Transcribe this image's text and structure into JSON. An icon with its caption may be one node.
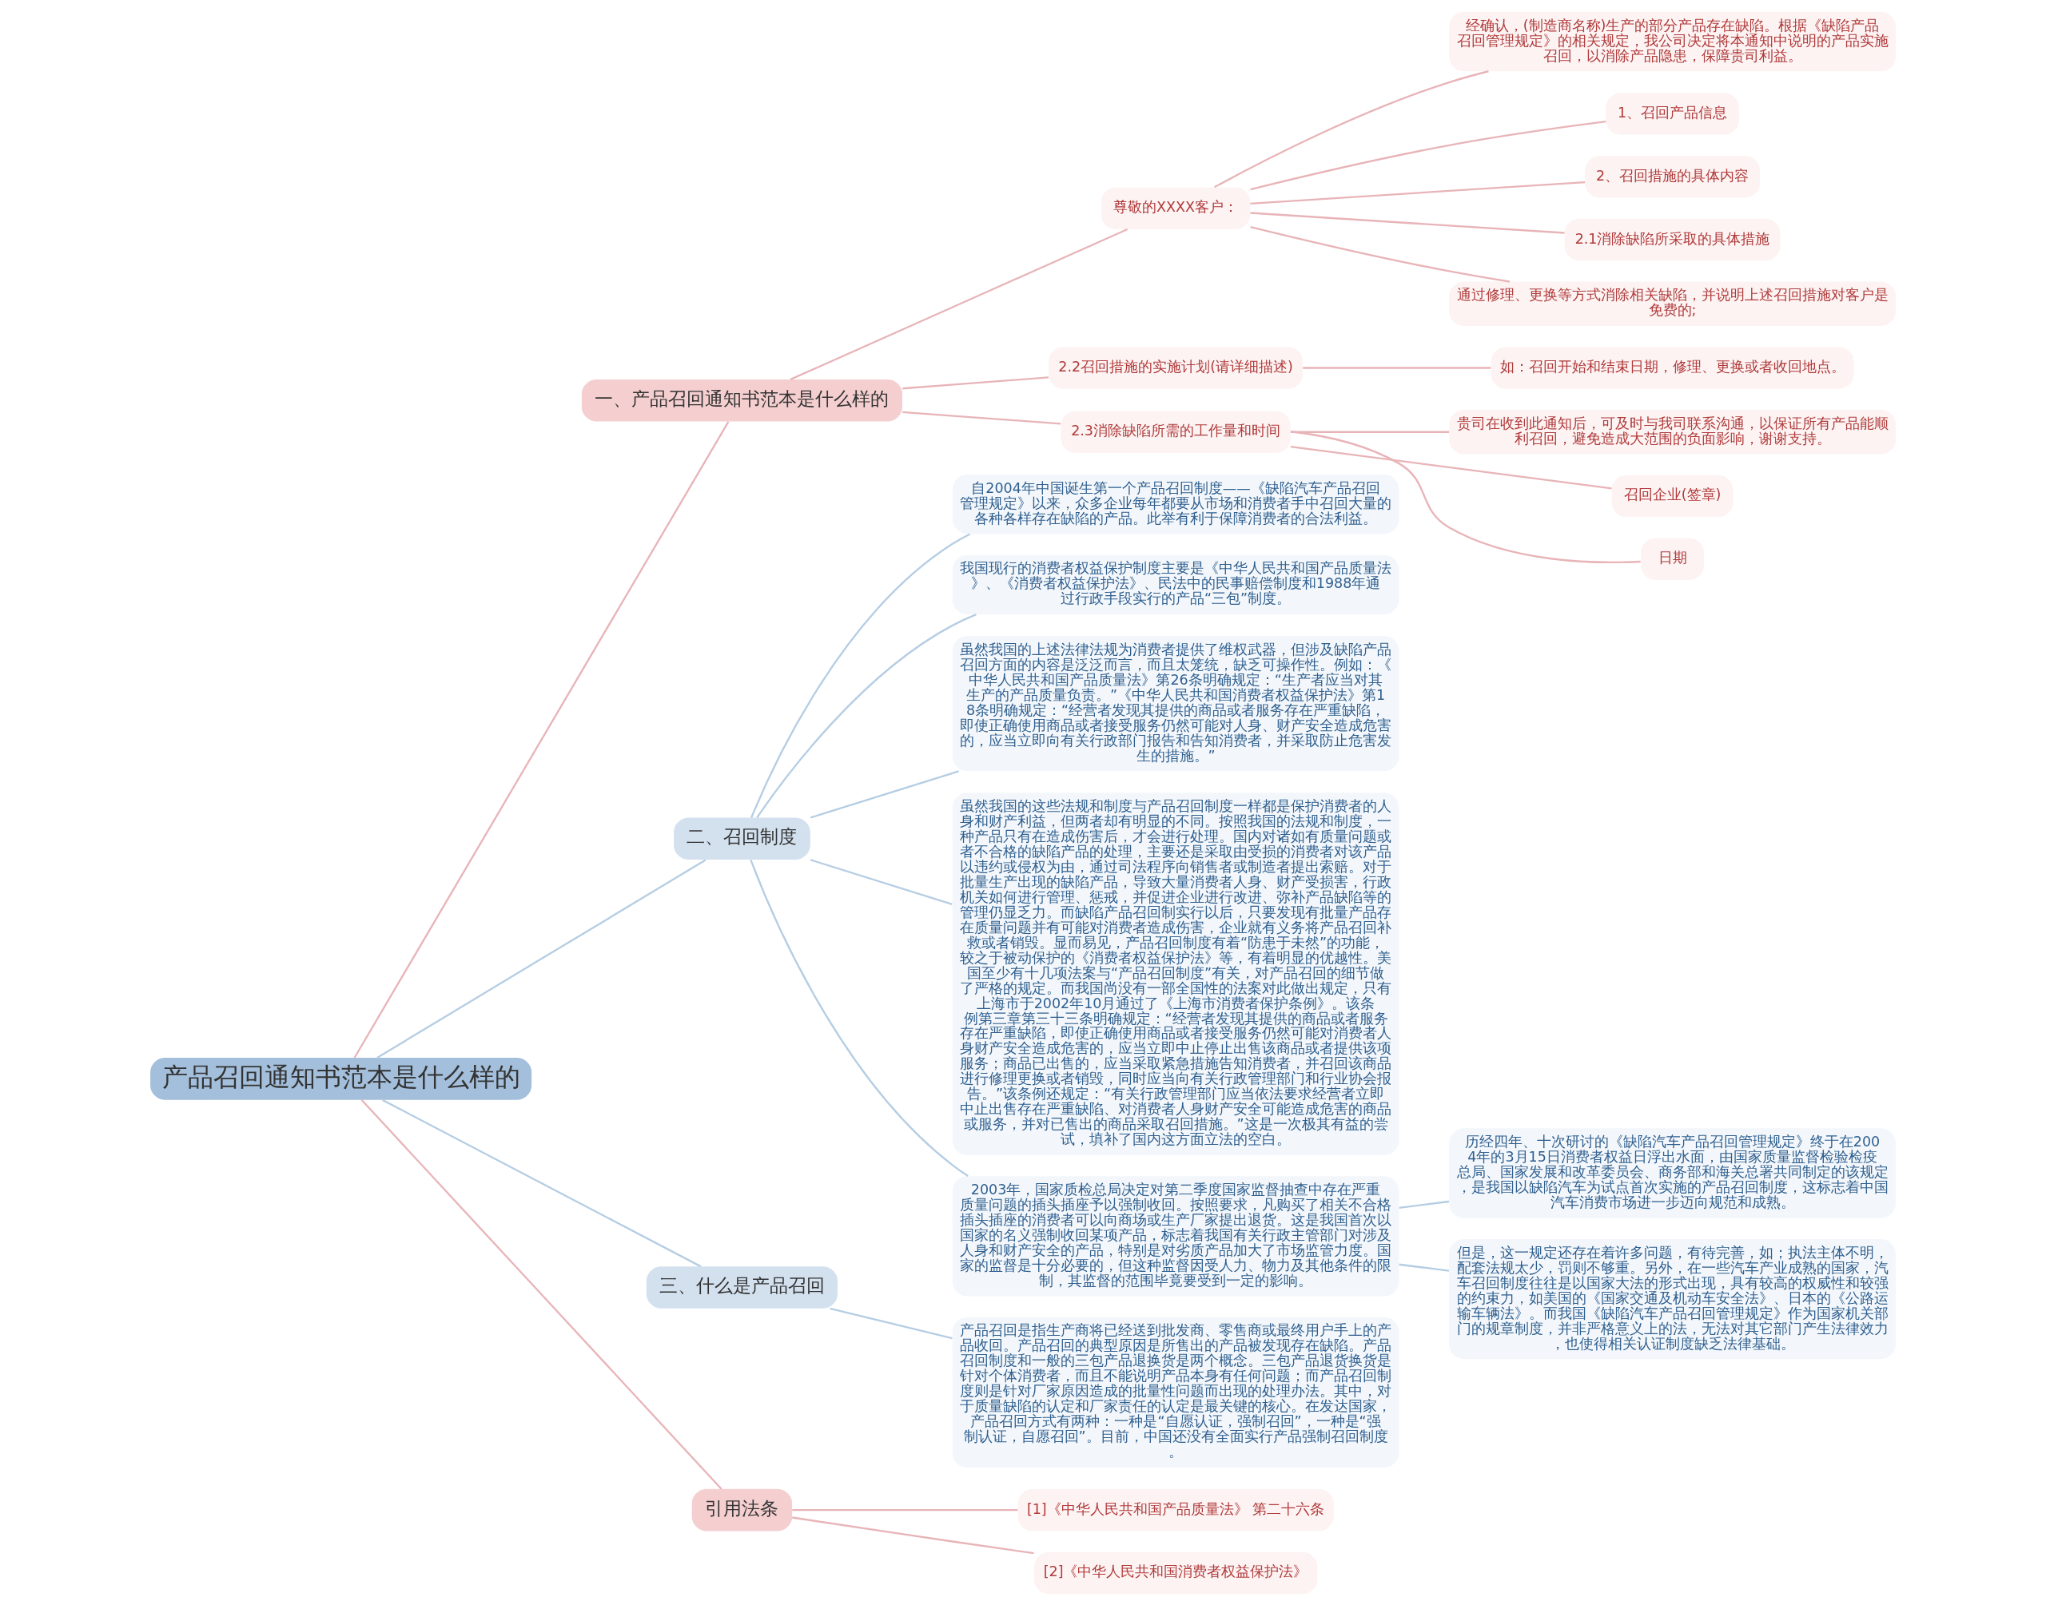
{
  "diagram": {
    "nodes": [
      {
        "text": [
          "产品召回通知书范本是什么样的"
        ]
      },
      {
        "text": [
          "一、产品召回通知书范本是什么样的"
        ]
      },
      {
        "text": [
          "尊敬的XXXX客户："
        ]
      },
      {
        "text": [
          "经确认，(制造商名称)生产的部分产品存在缺陷。根据《缺陷产品召回管理规定》的相关规定，我公司决定将本通知中说明的产品实施召回，以消除产品隐患，保障贵司利益。"
        ]
      },
      {
        "text": [
          "1、召回产品信息"
        ]
      },
      {
        "text": [
          "2、召回措施的具体内容"
        ]
      },
      {
        "text": [
          "2.1消除缺陷所采取的具体措施"
        ]
      },
      {
        "text": [
          "通过修理、更换等方式消除相关缺陷，并说明上述召回措施对客户是免费的;"
        ]
      },
      {
        "text": [
          "2.2召回措施的实施计划(请详细描述)"
        ]
      },
      {
        "text": [
          "如：召回开始和结束日期，修理、更换或者收回地点。"
        ]
      },
      {
        "text": [
          "2.3消除缺陷所需的工作量和时间"
        ]
      },
      {
        "text": [
          "贵司在收到此通知后，可及时与我司联系沟通，以保证所有产品能顺利召回，避免造成大范围的负面影响，谢谢支持。"
        ]
      },
      {
        "text": [
          "召回企业(签章)"
        ]
      },
      {
        "text": [
          "日期"
        ]
      },
      {
        "text": [
          "二、召回制度"
        ]
      },
      {
        "text": [
          "自2004年中国诞生第一个产品召回制度——《缺陷汽车产品召回管理规定》以来，众多企业每年都要从市场和消费者手中召回大量的各种各样存在缺陷的产品。此举有利于保障消费者的合法利益。"
        ]
      },
      {
        "text": [
          "我国现行的消费者权益保护制度主要是《中华人民共和国产品质量法》、《消费者权益保护法》、民法中的民事赔偿制度和1988年通过行政手段实行的产品“三包”制度。"
        ]
      },
      {
        "text": [
          "虽然我国的上述法律法规为消费者提供了维权武器，但涉及缺陷产品召回方面的内容是泛泛而言，而且太笼统，缺乏可操作性。例如：《中华人民共和国产品质量法》第26条明确规定：“生产者应当对其生产的产品质量负责。”《中华人民共和国消费者权益保护法》第18条明确规定：“经营者发现其提供的商品或者服务存在严重缺陷，即使正确使用商品或者接受服务仍然可能对人身、财产安全造成危害的，应当立即向有关行政部门报告和告知消费者，并采取防止危害发生的措施。”"
        ]
      },
      {
        "text": [
          "虽然我国的这些法规和制度与产品召回制度一样都是保护消费者的人身和财产利益，但两者却有明显的不同。按照我国的法规和制度，一种产品只有在造成伤害后，才会进行处理。国内对诸如有质量问题或者不合格的缺陷产品的处理，主要还是采取由受损的消费者对该产品以违约或侵权为由，通过司法程序向销售者或制造者提出索赔。对于批量生产出现的缺陷产品，导致大量消费者人身、财产受损害，行政机关如何进行管理、惩戒，并促进企业进行改进、弥补产品缺陷等的管理仍显乏力。而缺陷产品召回制实行以后，只要发现有批量产品存在质量问题并有可能对消费者造成伤害，企业就有义务将产品召回补救或者销毁。显而易见，产品召回制度有着“防患于未然”的功能，较之于被动保护的《消费者权益保护法》等，有着明显的优越性。美国至少有十几项法案与“产品召回制度”有关，对产品召回的细节做了严格的规定。而我国尚没有一部全国性的法案对此做出规定，只有上海市于2002年10月通过了《上海市消费者保护条例》。该条例第三章第三十三条明确规定：“经营者发现其提供的商品或者服务存在严重缺陷，即使正确使用商品或者接受服务仍然可能对消费者人身财产安全造成危害的，应当立即中止停止出售该商品或者提供该项服务；商品已出售的，应当采取紧急措施告知消费者，并召回该商品进行修理更换或者销毁，同时应当向有关行政管理部门和行业协会报告。”该条例还规定：“有关行政管理部门应当依法要求经营者立即中止出售存在严重缺陷、对消费者人身财产安全可能造成危害的商品或服务，并对已售出的商品采取召回措施。”这是一次极其有益的尝试，填补了国内这方面立法的空白。"
        ]
      },
      {
        "text": [
          "2003年，国家质检总局决定对第二季度国家监督抽查中存在严重质量问题的插头插座予以强制收回。按照要求，凡购买了相关不合格插头插座的消费者可以向商场或生产厂家提出退货。这是我国首次以国家的名义强制收回某项产品，标志着我国有关行政主管部门对涉及人身和财产安全的产品，特别是对劣质产品加大了市场监管力度。国家的监督是十分必要的，但这种监督因受人力、物力及其他条件的限制，其监督的范围毕竟要受到一定的影响。"
        ]
      },
      {
        "text": [
          "历经四年、十次研讨的《缺陷汽车产品召回管理规定》终于在2004年的3月15日消费者权益日浮出水面，由国家质量监督检验检疫总局、国家发展和改革委员会、商务部和海关总署共同制定的该规定，是我国以缺陷汽车为试点首次实施的产品召回制度，这标志着中国汽车消费市场进一步迈向规范和成熟。"
        ]
      },
      {
        "text": [
          "但是，这一规定还存在着许多问题，有待完善，如；执法主体不明，配套法规太少，罚则不够重。另外，在一些汽车产业成熟的国家，汽车召回制度往往是以国家大法的形式出现，具有较高的权威性和较强的约束力，如美国的《国家交通及机动车安全法》、日本的《公路运输车辆法》。而我国《缺陷汽车产品召回管理规定》作为国家机关部门的规章制度，并非严格意义上的法，无法对其它部门产生法律效力，也使得相关认证制度缺乏法律基础。"
        ]
      },
      {
        "text": [
          "三、什么是产品召回"
        ]
      },
      {
        "text": [
          "产品召回是指生产商将已经送到批发商、零售商或最终用户手上的产品收回。产品召回的典型原因是所售出的产品被发现存在缺陷。产品召回制度和一般的三包产品退换货是两个概念。三包产品退货换货是针对个体消费者，而且不能说明产品本身有任何问题；而产品召回制度则是针对厂家原因造成的批量性问题而出现的处理办法。其中，对于质量缺陷的认定和厂家责任的认定是最关键的核心。在发达国家，产品召回方式有两种：一种是“自愿认证，强制召回”，一种是“强制认证，自愿召回”。目前，中国还没有全面实行产品强制召回制度。"
        ]
      },
      {
        "text": [
          "引用法条"
        ]
      },
      {
        "text": [
          "[1]《中华人民共和国产品质量法》 第二十六条"
        ]
      },
      {
        "text": [
          "[2]《中华人民共和国消费者权益保护法》"
        ]
      }
    ],
    "edges": [
      {
        "from": 0,
        "to": 1,
        "arrow": "none"
      },
      {
        "from": 1,
        "to": 2,
        "arrow": "none"
      },
      {
        "from": 2,
        "to": 3,
        "arrow": "none"
      },
      {
        "from": 2,
        "to": 4,
        "arrow": "none"
      },
      {
        "from": 2,
        "to": 5,
        "arrow": "none"
      },
      {
        "from": 2,
        "to": 6,
        "arrow": "none"
      },
      {
        "from": 2,
        "to": 7,
        "arrow": "none"
      },
      {
        "from": 1,
        "to": 8,
        "arrow": "none"
      },
      {
        "from": 8,
        "to": 9,
        "arrow": "none"
      },
      {
        "from": 1,
        "to": 10,
        "arrow": "none"
      },
      {
        "from": 10,
        "to": 11,
        "arrow": "none"
      },
      {
        "from": 10,
        "to": 12,
        "arrow": "none"
      },
      {
        "from": 10,
        "to": 13,
        "arrow": "none"
      },
      {
        "from": 0,
        "to": 14,
        "arrow": "none",
        "color": "#b5cde3"
      },
      {
        "from": 14,
        "to": 15,
        "arrow": "none",
        "color": "#b5cde3"
      },
      {
        "from": 14,
        "to": 16,
        "arrow": "none",
        "color": "#b5cde3"
      },
      {
        "from": 14,
        "to": 17,
        "arrow": "none",
        "color": "#b5cde3"
      },
      {
        "from": 14,
        "to": 18,
        "arrow": "none",
        "color": "#b5cde3"
      },
      {
        "from": 14,
        "to": 19,
        "arrow": "none",
        "color": "#b5cde3"
      },
      {
        "from": 19,
        "to": 20,
        "arrow": "none",
        "color": "#b5cde3"
      },
      {
        "from": 19,
        "to": 21,
        "arrow": "none",
        "color": "#b5cde3"
      },
      {
        "from": 0,
        "to": 22,
        "arrow": "none",
        "color": "#b5cde3"
      },
      {
        "from": 22,
        "to": 23,
        "arrow": "none",
        "color": "#b5cde3"
      },
      {
        "from": 0,
        "to": 24,
        "arrow": "none"
      },
      {
        "from": 24,
        "to": 25,
        "arrow": "none"
      },
      {
        "from": 24,
        "to": 26,
        "arrow": "none"
      }
    ]
  }
}
